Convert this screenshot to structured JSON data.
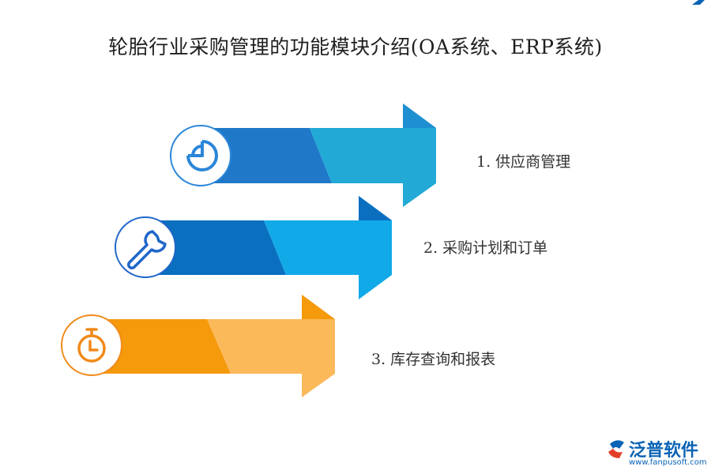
{
  "title": "轮胎行业采购管理的功能模块介绍(OA系统、ERP系统)",
  "items": [
    {
      "label": "1.  供应商管理",
      "icon": "pie-chart-icon",
      "colors": [
        "#2079c8",
        "#22a9d6"
      ]
    },
    {
      "label": "2.  采购计划和订单",
      "icon": "wrench-icon",
      "colors": [
        "#0b6fc0",
        "#12a9e8"
      ]
    },
    {
      "label": "3.  库存查询和报表",
      "icon": "stopwatch-icon",
      "colors": [
        "#f59a0b",
        "#fbb95a"
      ]
    }
  ],
  "logo": {
    "name": "泛普软件",
    "url": "www.fanpusoft.com"
  }
}
